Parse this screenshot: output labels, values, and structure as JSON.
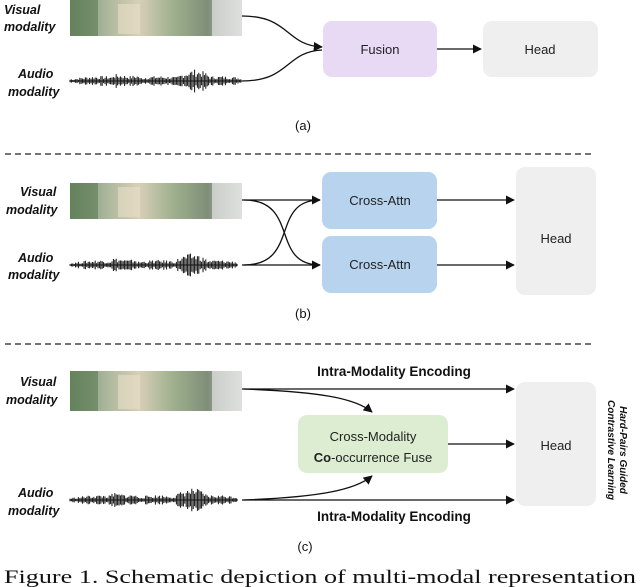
{
  "labels": {
    "visual_modality_line1": "Visual",
    "visual_modality_line2": "modality",
    "audio_modality_line1": "Audio",
    "audio_modality_line2": "modality"
  },
  "panel_a": {
    "fusion": "Fusion",
    "head": "Head",
    "caption": "(a)"
  },
  "panel_b": {
    "cross_attn_top": "Cross-Attn",
    "cross_attn_bottom": "Cross-Attn",
    "head": "Head",
    "caption": "(b)"
  },
  "panel_c": {
    "intra_top": "Intra-Modality Encoding",
    "intra_bottom": "Intra-Modality Encoding",
    "cross_line1": "Cross-Modality",
    "cross_line2_bold": "Co",
    "cross_line2_rest": "-occurrence Fuse",
    "head": "Head",
    "side_line1": "Hard-Pairs Guided",
    "side_line2": "Contrastive Learning",
    "caption": "(c)"
  },
  "figure_caption": "Figure 1. Schematic depiction of multi-modal representation",
  "colors": {
    "fusion_box": "#e8d9f5",
    "head_box": "#efefef",
    "cross_attn_box": "#b8d3ee",
    "cofuse_box": "#dcedd2"
  }
}
